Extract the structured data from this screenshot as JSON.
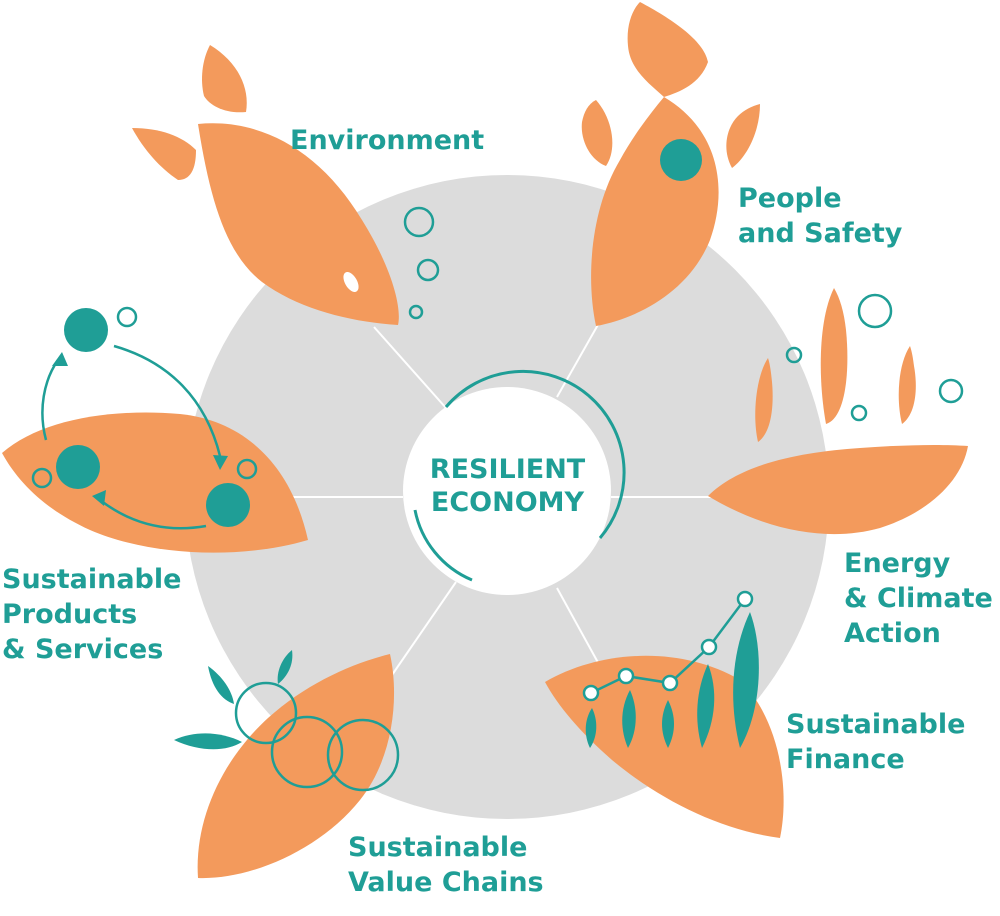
{
  "center": {
    "line1": "RESILIENT",
    "line2": "ECONOMY"
  },
  "segments": [
    {
      "id": "environment",
      "lines": [
        "Environment"
      ]
    },
    {
      "id": "people-and-safety",
      "lines": [
        "People",
        "and Safety"
      ]
    },
    {
      "id": "energy-climate-action",
      "lines": [
        "Energy",
        "& Climate",
        "Action"
      ]
    },
    {
      "id": "sustainable-finance",
      "lines": [
        "Sustainable",
        "Finance"
      ]
    },
    {
      "id": "sustainable-value-chains",
      "lines": [
        "Sustainable",
        "Value Chains"
      ]
    },
    {
      "id": "sustainable-products-services",
      "lines": [
        "Sustainable",
        "Products",
        "& Services"
      ]
    }
  ],
  "colors": {
    "teal": "#1f9e96",
    "orange": "#f39a5c",
    "wheel": "#dcdcdc",
    "divider": "#ffffff"
  }
}
